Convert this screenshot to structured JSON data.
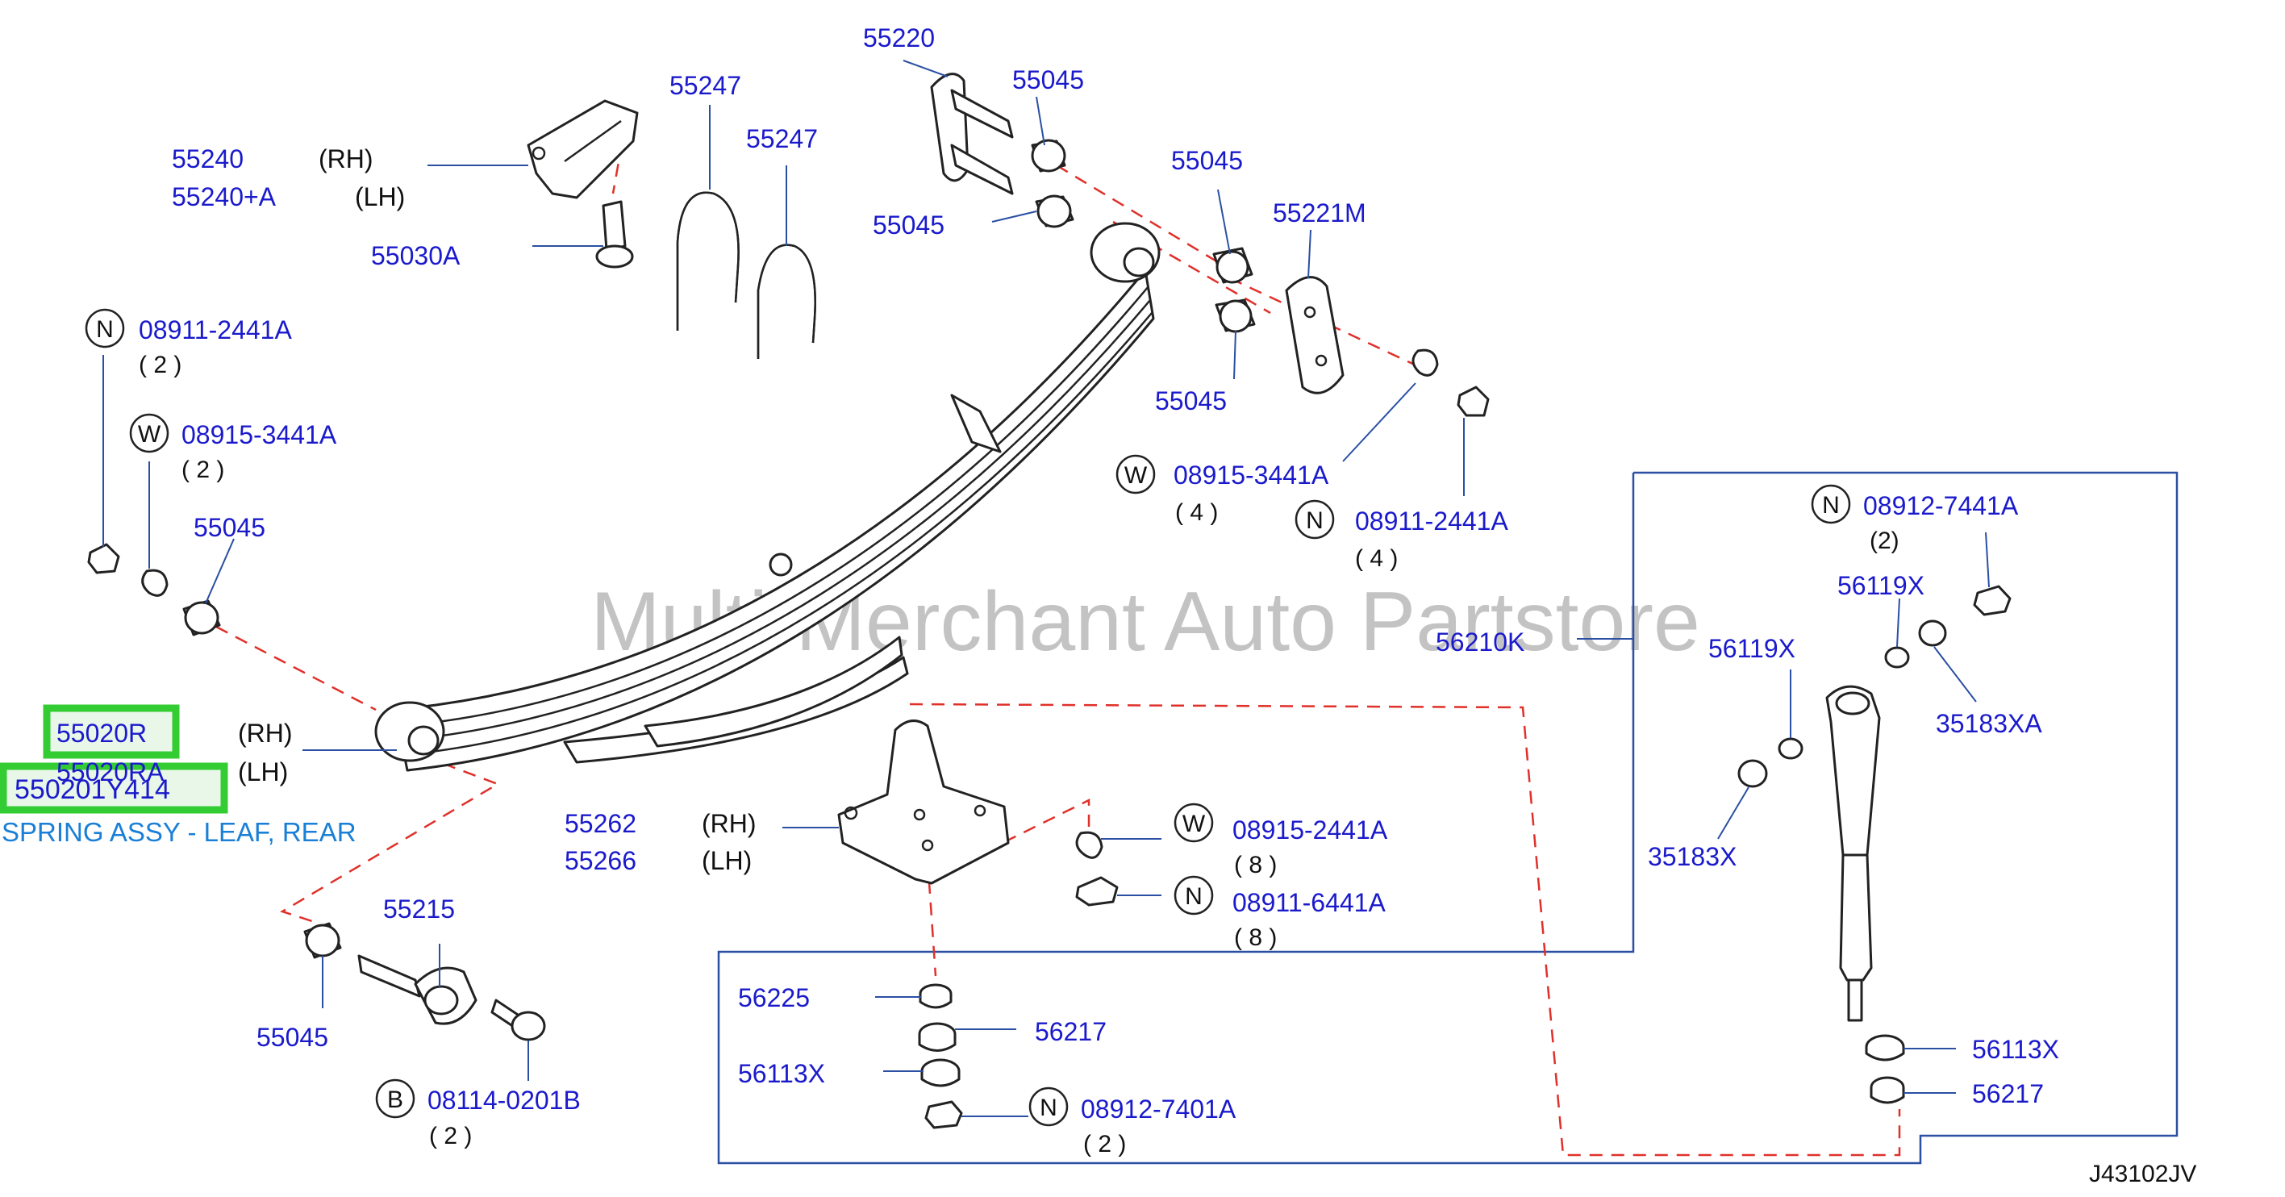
{
  "watermark": "Multi-Merchant Auto Partstore",
  "diagram_code": "J43102JV",
  "highlight": {
    "oem_number": "550201Y414",
    "description": "SPRING ASSY - LEAF, REAR",
    "colors": {
      "box_border": "#33cc33",
      "oem_text": "#1a1acc",
      "description_text": "#1a7fd6"
    }
  },
  "colors": {
    "part_number": "#1a1acc",
    "leader": "#2a4fa3",
    "dashed": "#e0302a"
  },
  "labels": {
    "p55220": "55220",
    "p55247a": "55247",
    "p55247b": "55247",
    "p55045_top": "55045",
    "p55045_mid": "55045",
    "p55045_right1": "55045",
    "p55045_right2": "55045",
    "p55045_left": "55045",
    "p55045_bottom": "55045",
    "p55240": "55240",
    "p55240_rh": "(RH)",
    "p55240a": "55240+A",
    "p55240a_lh": "(LH)",
    "p55030a": "55030A",
    "p55221m": "55221M",
    "p08911_2441a_left": "08911-2441A",
    "p08911_2441a_left_qty": "( 2 )",
    "p08915_3441a_left": "08915-3441A",
    "p08915_3441a_left_qty": "( 2 )",
    "p08915_3441a_right": "08915-3441A",
    "p08915_3441a_right_qty": "( 4 )",
    "p08911_2441a_right": "08911-2441A",
    "p08911_2441a_right_qty": "( 4 )",
    "p08912_7441a": "08912-7441A",
    "p08912_7441a_qty": "(2)",
    "p56119x_a": "56119X",
    "p56119x_b": "56119X",
    "p35183xa": "35183XA",
    "p35183x": "35183X",
    "p56210k": "56210K",
    "p55020r": "55020R",
    "p55020r_rh": "(RH)",
    "p55020ra": "55020RA",
    "p55020ra_lh": "(LH)",
    "p55262": "55262",
    "p55262_rh": "(RH)",
    "p55266": "55266",
    "p55266_lh": "(LH)",
    "p08915_2441a": "08915-2441A",
    "p08915_2441a_qty": "( 8 )",
    "p08911_6441a": "08911-6441A",
    "p08911_6441a_qty": "( 8 )",
    "p55215": "55215",
    "p08114_0201b": "08114-0201B",
    "p08114_0201b_qty": "( 2 )",
    "p56225": "56225",
    "p56217_a": "56217",
    "p56113x_a": "56113X",
    "p08912_7401a": "08912-7401A",
    "p08912_7401a_qty": "( 2 )",
    "p56113x_b": "56113X",
    "p56217_b": "56217"
  },
  "callout_codes": {
    "c1": "N",
    "c2": "W",
    "c3": "W",
    "c4": "N",
    "c5": "N",
    "c6": "W",
    "c7": "N",
    "c8": "B",
    "c9": "N"
  }
}
